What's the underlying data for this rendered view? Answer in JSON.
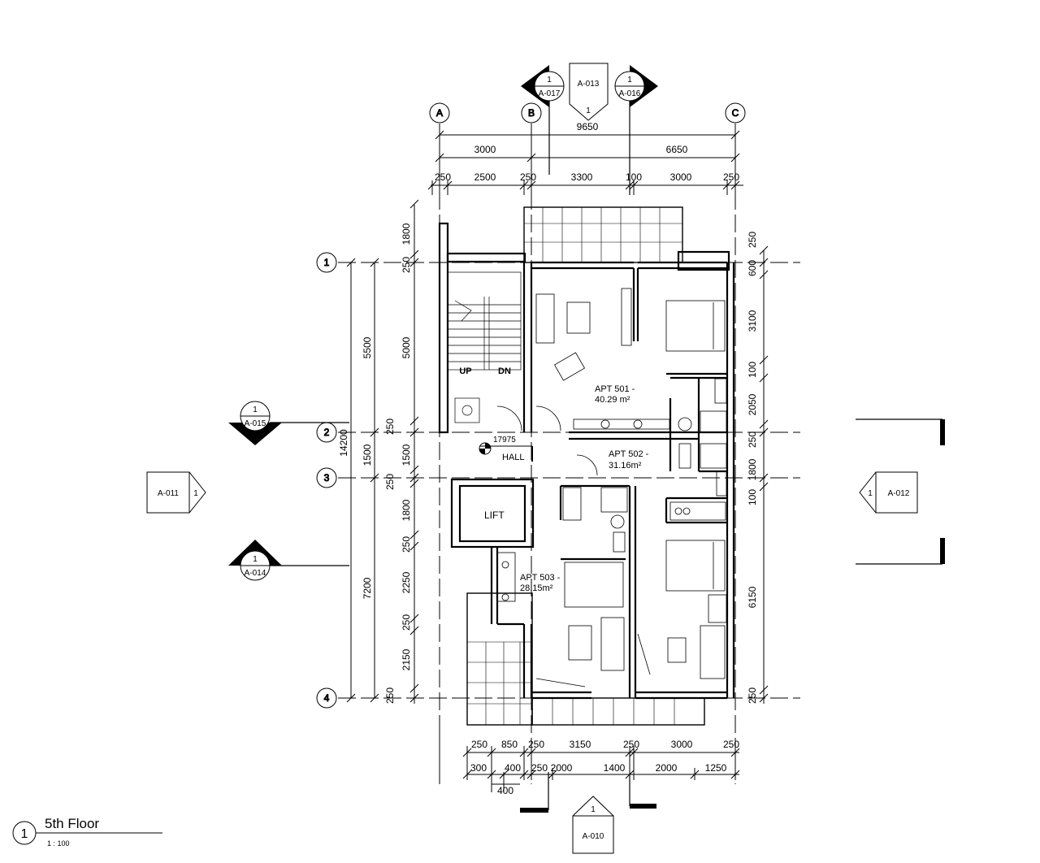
{
  "grid": {
    "cols": [
      "A",
      "B",
      "C"
    ],
    "rows": [
      "1",
      "2",
      "3",
      "4"
    ]
  },
  "dims_top": {
    "overall": "9650",
    "row2": [
      "3000",
      "6650"
    ],
    "row3": [
      "250",
      "2500",
      "250",
      "3300",
      "100",
      "3000",
      "250"
    ]
  },
  "dims_bottom": {
    "row1": [
      "250",
      "850",
      "250",
      "3150",
      "250",
      "3000",
      "250"
    ],
    "row2": [
      "300",
      "400",
      "250",
      "2000",
      "1400",
      "2000",
      "1250"
    ],
    "row3": "400"
  },
  "dims_left": {
    "overall": "14200",
    "col2": [
      "5500",
      "1500",
      "7200"
    ],
    "col3": [
      "1800",
      "250",
      "5000",
      "250",
      "1500",
      "250",
      "1800",
      "250",
      "2250",
      "250",
      "2150",
      "250"
    ]
  },
  "dims_right": [
    "250",
    "600",
    "3100",
    "100",
    "2050",
    "250",
    "1800",
    "100",
    "6150",
    "250"
  ],
  "rooms": {
    "apt501": {
      "name": "APT 501 -",
      "area": "40.29 m²"
    },
    "apt502": {
      "name": "APT 502 -",
      "area": "31.16m²"
    },
    "apt503": {
      "name": "APT 503 -",
      "area": "28.15m²"
    },
    "hall": "HALL",
    "lift": "LIFT",
    "up": "UP",
    "dn": "DN",
    "level": "17975"
  },
  "section_markers": {
    "a017": {
      "num": "1",
      "sheet": "A-017"
    },
    "a016": {
      "num": "1",
      "sheet": "A-016"
    },
    "a015": {
      "num": "1",
      "sheet": "A-015"
    },
    "a014": {
      "num": "1",
      "sheet": "A-014"
    }
  },
  "elevation_tags": {
    "a013": {
      "sheet": "A-013",
      "num": "1"
    },
    "a011": {
      "sheet": "A-011",
      "num": "1"
    },
    "a012": {
      "sheet": "A-012",
      "num": "1"
    },
    "a010": {
      "sheet": "A-010",
      "num": "1"
    }
  },
  "view_title": {
    "number": "1",
    "name": "5th Floor",
    "scale": "1 : 100"
  }
}
